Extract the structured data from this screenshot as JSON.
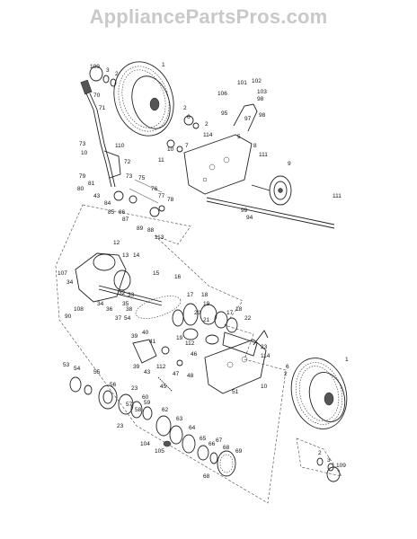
{
  "watermark": "AppliancePartsPros.com",
  "part_labels": [
    {
      "id": "lbl-109a",
      "text": "109"
    },
    {
      "id": "lbl-3a",
      "text": "3"
    },
    {
      "id": "lbl-2a",
      "text": "2"
    },
    {
      "id": "lbl-1a",
      "text": "1"
    },
    {
      "id": "lbl-70",
      "text": "70"
    },
    {
      "id": "lbl-71",
      "text": "71"
    },
    {
      "id": "lbl-73a",
      "text": "73"
    },
    {
      "id": "lbl-10",
      "text": "10"
    },
    {
      "id": "lbl-110",
      "text": "110"
    },
    {
      "id": "lbl-72",
      "text": "72"
    },
    {
      "id": "lbl-79",
      "text": "79"
    },
    {
      "id": "lbl-81",
      "text": "81"
    },
    {
      "id": "lbl-80",
      "text": "80"
    },
    {
      "id": "lbl-73b",
      "text": "73"
    },
    {
      "id": "lbl-75",
      "text": "75"
    },
    {
      "id": "lbl-43a",
      "text": "43"
    },
    {
      "id": "lbl-84",
      "text": "84"
    },
    {
      "id": "lbl-85",
      "text": "85"
    },
    {
      "id": "lbl-86",
      "text": "86"
    },
    {
      "id": "lbl-87",
      "text": "87"
    },
    {
      "id": "lbl-76",
      "text": "76"
    },
    {
      "id": "lbl-77",
      "text": "77"
    },
    {
      "id": "lbl-78",
      "text": "78"
    },
    {
      "id": "lbl-89",
      "text": "89"
    },
    {
      "id": "lbl-88",
      "text": "88"
    },
    {
      "id": "lbl-113",
      "text": "113"
    },
    {
      "id": "lbl-2b",
      "text": "2"
    },
    {
      "id": "lbl-6",
      "text": "6"
    },
    {
      "id": "lbl-2c",
      "text": "2"
    },
    {
      "id": "lbl-114a",
      "text": "114"
    },
    {
      "id": "lbl-7",
      "text": "7"
    },
    {
      "id": "lbl-10b",
      "text": "10"
    },
    {
      "id": "lbl-11",
      "text": "11"
    },
    {
      "id": "lbl-106",
      "text": "106"
    },
    {
      "id": "lbl-101",
      "text": "101"
    },
    {
      "id": "lbl-102",
      "text": "102"
    },
    {
      "id": "lbl-103",
      "text": "103"
    },
    {
      "id": "lbl-98a",
      "text": "98"
    },
    {
      "id": "lbl-95",
      "text": "95"
    },
    {
      "id": "lbl-97",
      "text": "97"
    },
    {
      "id": "lbl-98b",
      "text": "98"
    },
    {
      "id": "lbl-5",
      "text": "5"
    },
    {
      "id": "lbl-8",
      "text": "8"
    },
    {
      "id": "lbl-111a",
      "text": "111"
    },
    {
      "id": "lbl-9",
      "text": "9"
    },
    {
      "id": "lbl-99",
      "text": "99"
    },
    {
      "id": "lbl-94",
      "text": "94"
    },
    {
      "id": "lbl-111b",
      "text": "111"
    },
    {
      "id": "lbl-12",
      "text": "12"
    },
    {
      "id": "lbl-13",
      "text": "13"
    },
    {
      "id": "lbl-14",
      "text": "14"
    },
    {
      "id": "lbl-107",
      "text": "107"
    },
    {
      "id": "lbl-34",
      "text": "34"
    },
    {
      "id": "lbl-15",
      "text": "15"
    },
    {
      "id": "lbl-32",
      "text": "32"
    },
    {
      "id": "lbl-33",
      "text": "33"
    },
    {
      "id": "lbl-35",
      "text": "35"
    },
    {
      "id": "lbl-16",
      "text": "16"
    },
    {
      "id": "lbl-17a",
      "text": "17"
    },
    {
      "id": "lbl-18a",
      "text": "18"
    },
    {
      "id": "lbl-108",
      "text": "108"
    },
    {
      "id": "lbl-90",
      "text": "90"
    },
    {
      "id": "lbl-34b",
      "text": "34"
    },
    {
      "id": "lbl-36",
      "text": "36"
    },
    {
      "id": "lbl-37",
      "text": "37"
    },
    {
      "id": "lbl-54a",
      "text": "54"
    },
    {
      "id": "lbl-38",
      "text": "38"
    },
    {
      "id": "lbl-19a",
      "text": "19"
    },
    {
      "id": "lbl-20",
      "text": "20"
    },
    {
      "id": "lbl-21",
      "text": "21"
    },
    {
      "id": "lbl-17b",
      "text": "17"
    },
    {
      "id": "lbl-18b",
      "text": "18"
    },
    {
      "id": "lbl-22",
      "text": "22"
    },
    {
      "id": "lbl-39",
      "text": "39"
    },
    {
      "id": "lbl-40",
      "text": "40"
    },
    {
      "id": "lbl-41",
      "text": "41"
    },
    {
      "id": "lbl-19b",
      "text": "19"
    },
    {
      "id": "lbl-112a",
      "text": "112"
    },
    {
      "id": "lbl-23a",
      "text": "23"
    },
    {
      "id": "lbl-114b",
      "text": "114"
    },
    {
      "id": "lbl-1b",
      "text": "1"
    },
    {
      "id": "lbl-53",
      "text": "53"
    },
    {
      "id": "lbl-54b",
      "text": "54"
    },
    {
      "id": "lbl-55",
      "text": "55"
    },
    {
      "id": "lbl-39b",
      "text": "39"
    },
    {
      "id": "lbl-43b",
      "text": "43"
    },
    {
      "id": "lbl-112b",
      "text": "112"
    },
    {
      "id": "lbl-47",
      "text": "47"
    },
    {
      "id": "lbl-46",
      "text": "46"
    },
    {
      "id": "lbl-48",
      "text": "48"
    },
    {
      "id": "lbl-45",
      "text": "45"
    },
    {
      "id": "lbl-51",
      "text": "51"
    },
    {
      "id": "lbl-10c",
      "text": "10"
    },
    {
      "id": "lbl-6b",
      "text": "6"
    },
    {
      "id": "lbl-2d",
      "text": "2"
    },
    {
      "id": "lbl-56",
      "text": "56"
    },
    {
      "id": "lbl-23b",
      "text": "23"
    },
    {
      "id": "lbl-60",
      "text": "60"
    },
    {
      "id": "lbl-59",
      "text": "59"
    },
    {
      "id": "lbl-58",
      "text": "58"
    },
    {
      "id": "lbl-57",
      "text": "57"
    },
    {
      "id": "lbl-23c",
      "text": "23"
    },
    {
      "id": "lbl-62",
      "text": "62"
    },
    {
      "id": "lbl-63",
      "text": "63"
    },
    {
      "id": "lbl-64",
      "text": "64"
    },
    {
      "id": "lbl-104",
      "text": "104"
    },
    {
      "id": "lbl-105",
      "text": "105"
    },
    {
      "id": "lbl-65",
      "text": "65"
    },
    {
      "id": "lbl-66",
      "text": "66"
    },
    {
      "id": "lbl-67",
      "text": "67"
    },
    {
      "id": "lbl-68",
      "text": "68"
    },
    {
      "id": "lbl-69",
      "text": "69"
    },
    {
      "id": "lbl-68b",
      "text": "68"
    },
    {
      "id": "lbl-2e",
      "text": "2"
    },
    {
      "id": "lbl-3b",
      "text": "3"
    },
    {
      "id": "lbl-109b",
      "text": "109"
    }
  ]
}
